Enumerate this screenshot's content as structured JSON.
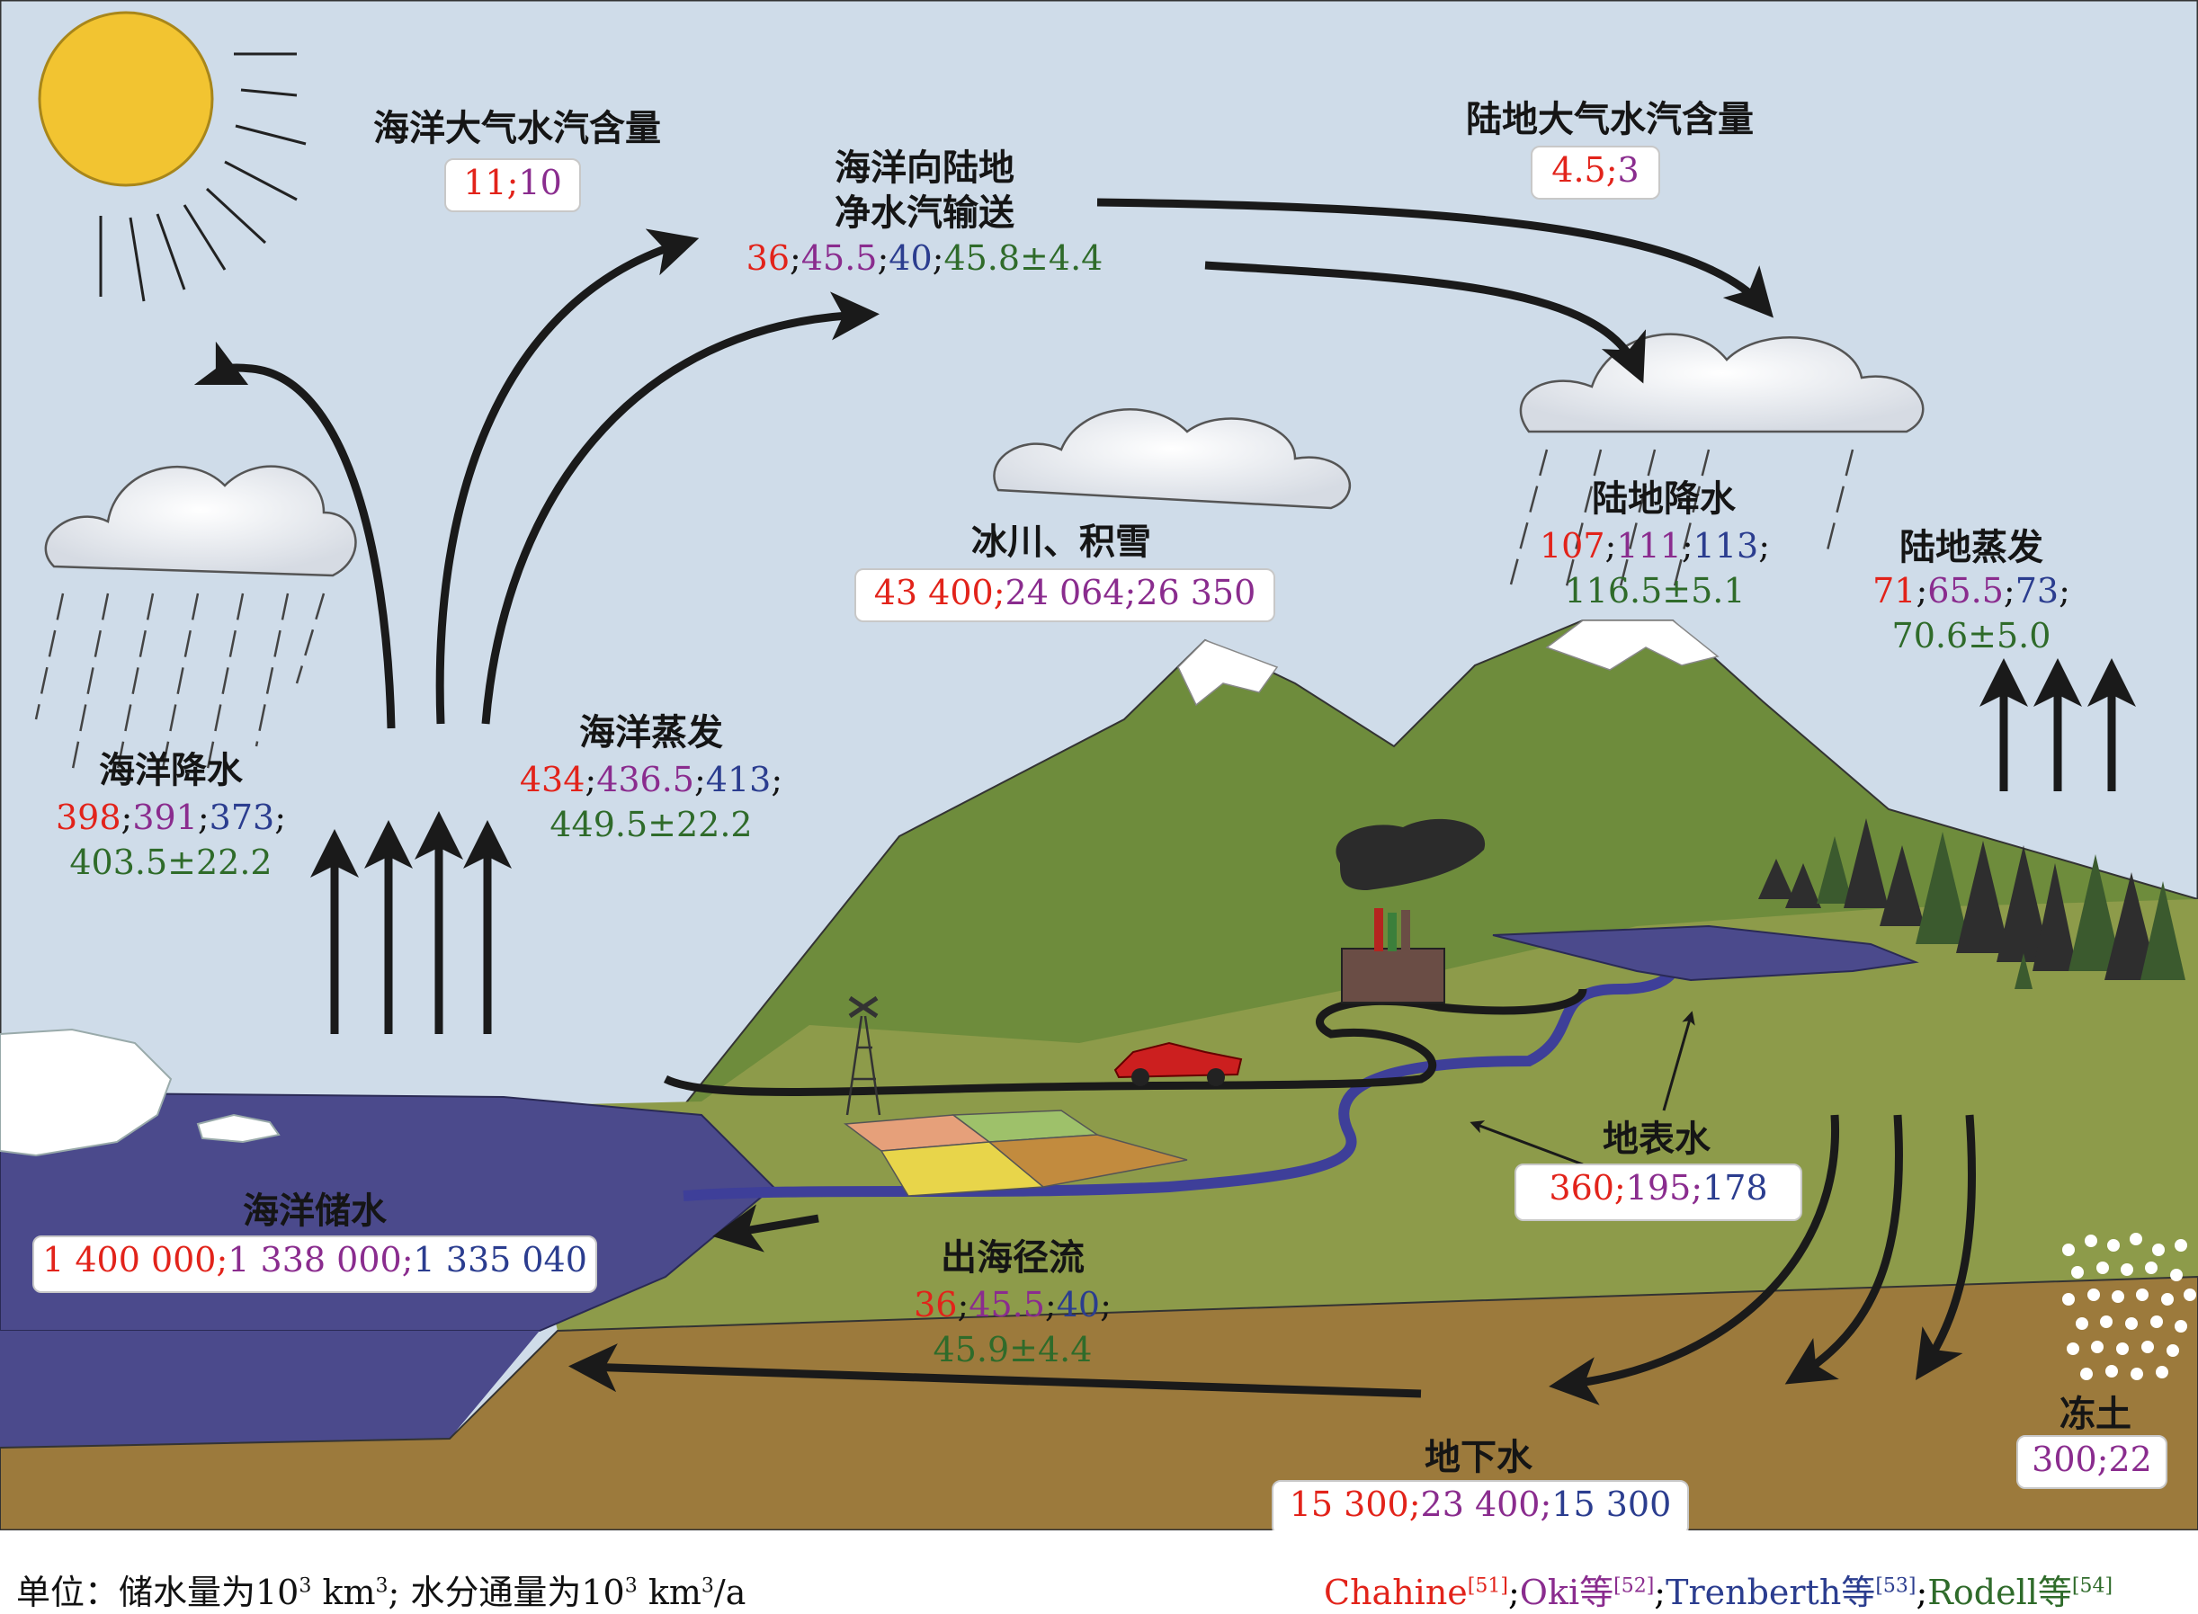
{
  "colors": {
    "sky": "#cfdce9",
    "ocean": "#4b4a8c",
    "land": "#8d9b4a",
    "mountain": "#6e8c3c",
    "soil": "#9c7a3c",
    "river": "#3e3f99",
    "arrow": "#1a1a1a",
    "chahine": "#e2231a",
    "oki": "#8a2c8e",
    "trenberth": "#2b3d8f",
    "rodell": "#2f6b2a"
  },
  "labels": {
    "ocean_vapor": {
      "title": "海洋大气水汽含量",
      "v1": "11",
      "sep1": ";",
      "v2": "10"
    },
    "ocean_to_land": {
      "title1": "海洋向陆地",
      "title2": "净水汽输送",
      "v1": "36",
      "v2": "45.5",
      "v3": "40",
      "v4": "45.8±4.4"
    },
    "land_vapor": {
      "title": "陆地大气水汽含量",
      "v1": "4.5",
      "v2": "3"
    },
    "glacier": {
      "title": "冰川、积雪",
      "v1": "43 400",
      "v2": "24 064",
      "v3": "26 350"
    },
    "land_precip": {
      "title": "陆地降水",
      "v1": "107",
      "v2": "111",
      "v3": "113",
      "v4": "116.5±5.1"
    },
    "land_evap": {
      "title": "陆地蒸发",
      "v1": "71",
      "v2": "65.5",
      "v3": "73",
      "v4": "70.6±5.0"
    },
    "ocean_evap": {
      "title": "海洋蒸发",
      "v1": "434",
      "v2": "436.5",
      "v3": "413",
      "v4": "449.5±22.2"
    },
    "ocean_precip": {
      "title": "海洋降水",
      "v1": "398",
      "v2": "391",
      "v3": "373",
      "v4": "403.5±22.2"
    },
    "ocean_storage": {
      "title": "海洋储水",
      "v1": "1 400 000",
      "v2": "1 338 000",
      "v3": "1 335 040"
    },
    "surface_water": {
      "title": "地表水",
      "v1": "360",
      "v2": "195",
      "v3": "178"
    },
    "runoff": {
      "title": "出海径流",
      "v1": "36",
      "v2": "45.5",
      "v3": "40",
      "v4": "45.9±4.4"
    },
    "groundwater": {
      "title": "地下水",
      "v1": "15 300",
      "v2": "23 400",
      "v3": "15 300"
    },
    "permafrost": {
      "title": "冻土",
      "v1": "300",
      "v2": "22"
    }
  },
  "footer": {
    "unit_prefix": "单位：储水量为10",
    "unit_sup1": "3",
    "unit_mid1": " km",
    "unit_sup2": "3",
    "unit_mid2": "; 水分通量为10",
    "unit_sup3": "3",
    "unit_mid3": " km",
    "unit_sup4": "3",
    "unit_end": "/a",
    "src1_name": "Chahine",
    "src1_ref": "[51]",
    "src2_name": "Oki等",
    "src2_ref": "[52]",
    "src3_name": "Trenberth等",
    "src3_ref": "[53]",
    "src4_name": "Rodell等",
    "src4_ref": "[54]",
    "semicolon": ";"
  },
  "icons": [
    "sun-icon",
    "cloud-icon",
    "rain-icon",
    "arrow-icon",
    "factory-icon",
    "windmill-icon",
    "car-icon",
    "tree-icon",
    "snow-icon"
  ]
}
